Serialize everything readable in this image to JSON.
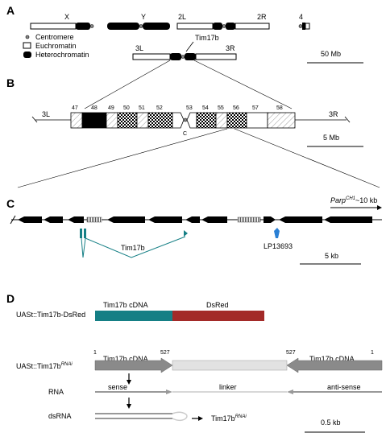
{
  "panels": {
    "a": "A",
    "b": "B",
    "c": "C",
    "d": "D"
  },
  "panel_a": {
    "chromosomes": {
      "x": "X",
      "y": "Y",
      "left_2": "2L",
      "right_2": "2R",
      "chr4": "4",
      "left_3": "3L",
      "right_3": "3R"
    },
    "gene_label": "Tim17b",
    "legend": {
      "centromere": "Centromere",
      "euchromatin": "Euchromatin",
      "heterochromatin": "Heterochromatin"
    },
    "scale": "50 Mb"
  },
  "panel_b": {
    "left_arm": "3L",
    "right_arm": "3R",
    "divisions": [
      "47",
      "48",
      "49",
      "50",
      "51",
      "52",
      "53",
      "54",
      "55",
      "56",
      "57",
      "58"
    ],
    "centromere_label": "C",
    "scale": "5 Mb"
  },
  "panel_c": {
    "parp_label": "Parp",
    "parp_sup": "CH1",
    "parp_length": "~10 kb",
    "gene_label": "Tim17b",
    "insertion_label": "LP13693",
    "scale": "5 kb"
  },
  "panel_d": {
    "construct1": "UASt::Tim17b-DsRed",
    "seg_cdna": "Tim17b cDNA",
    "seg_dsred": "DsRed",
    "construct2": "UASt::Tim17b",
    "construct2_sup": "RNAi",
    "pos_start": "1",
    "pos_527_left": "527",
    "pos_527_right": "527",
    "pos_end": "1",
    "cdna_left": "Tim17b cDNA",
    "cdna_right": "Tim17b cDNA",
    "rna": "RNA",
    "sense": "sense",
    "linker": "linker",
    "antisense": "anti-sense",
    "dsrna": "dsRNA",
    "product": "Tim17b",
    "product_sup": "RNAi",
    "scale": "0.5 kb"
  }
}
